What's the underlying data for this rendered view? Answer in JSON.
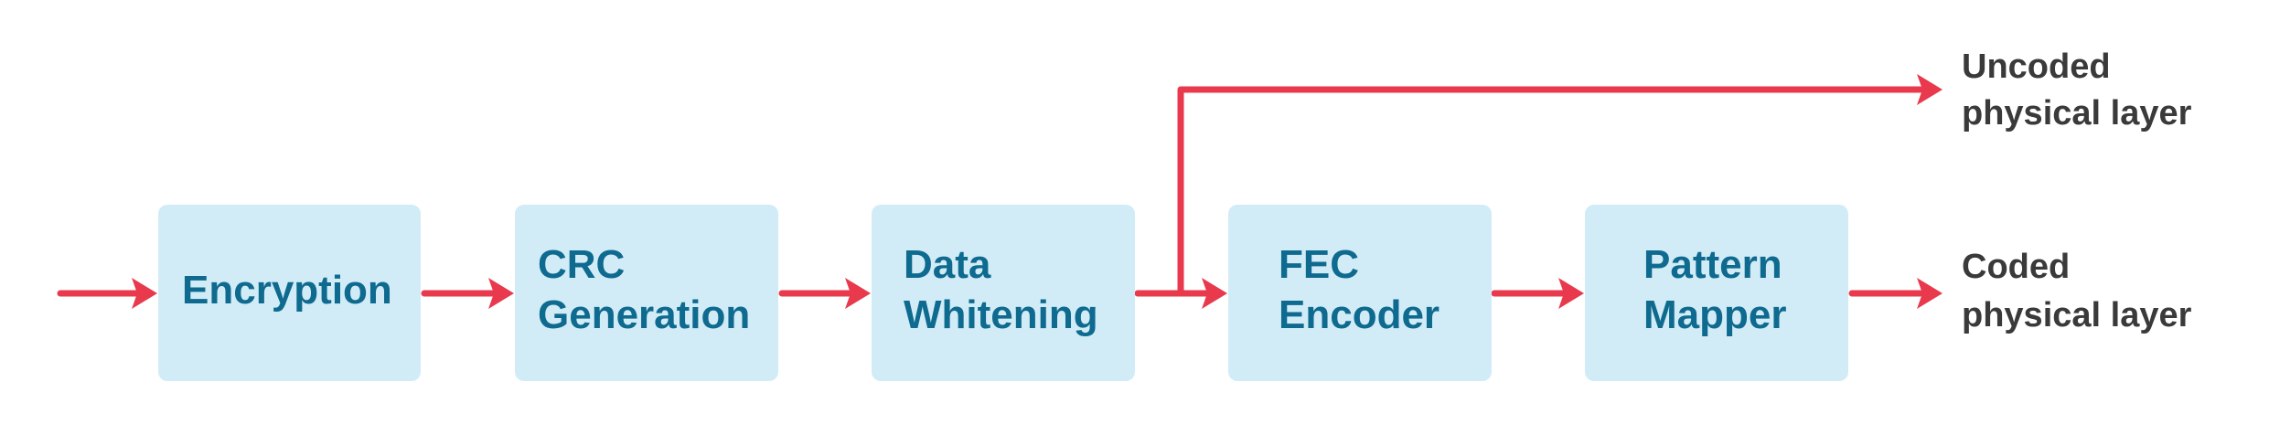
{
  "blocks": [
    {
      "id": "encryption",
      "lines": [
        "Encryption"
      ]
    },
    {
      "id": "crc-generation",
      "lines": [
        "CRC",
        "Generation"
      ]
    },
    {
      "id": "data-whitening",
      "lines": [
        "Data",
        "Whitening"
      ]
    },
    {
      "id": "fec-encoder",
      "lines": [
        "FEC",
        "Encoder"
      ]
    },
    {
      "id": "pattern-mapper",
      "lines": [
        "Pattern",
        "Mapper"
      ]
    }
  ],
  "outputs": {
    "uncoded": [
      "Uncoded",
      "physical layer"
    ],
    "coded": [
      "Coded",
      "physical layer"
    ]
  },
  "colors": {
    "block_fill": "#d2ecf7",
    "block_text": "#0e6a8f",
    "arrow": "#e8394d",
    "output_text": "#3a3a3a"
  }
}
